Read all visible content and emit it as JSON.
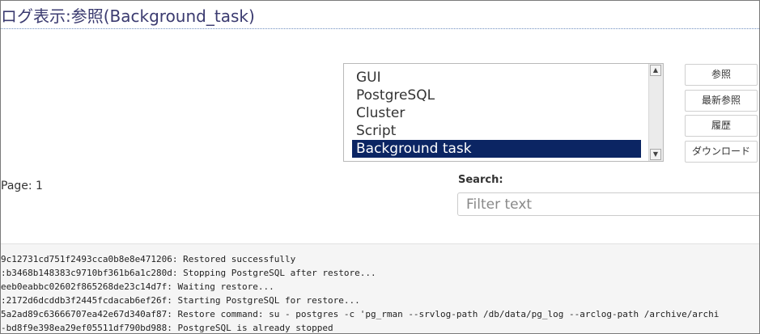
{
  "page": {
    "title": "ログ表示:参照(Background_task)"
  },
  "log_source_list": {
    "items": [
      {
        "label": "GUI",
        "selected": false
      },
      {
        "label": "PostgreSQL",
        "selected": false
      },
      {
        "label": "Cluster",
        "selected": false
      },
      {
        "label": "Script",
        "selected": false
      },
      {
        "label": "Background task",
        "selected": true
      }
    ],
    "scroll_up_glyph": "▲",
    "scroll_down_glyph": "▼"
  },
  "buttons": {
    "view": "参照",
    "latest_view": "最新参照",
    "history": "履歴",
    "download": "ダウンロード"
  },
  "pagination": {
    "label": "Page: 1"
  },
  "search": {
    "label": "Search:",
    "placeholder": "Filter text",
    "value": ""
  },
  "log": {
    "lines": [
      "9c12731cd751f2493cca0b8e8e471206: Restored successfully",
      ":b3468b148383c9710bf361b6a1c280d: Stopping PostgreSQL after restore...",
      "eeb0eabbc02602f865268de23c14d7f: Waiting restore...",
      ":2172d6dcddb3f2445fcdacab6ef26f: Starting PostgreSQL for restore...",
      "5a2ad89c63666707ea42e67d340af87: Restore command: su - postgres -c 'pg_rman --srvlog-path /db/data/pg_log --arclog-path /archive/archi",
      "-bd8f9e398ea29ef05511df790bd988: PostgreSQL is already stopped"
    ]
  },
  "colors": {
    "title_text": "#3b3b70",
    "selected_bg": "#0b2563",
    "log_bg": "#f5f5f5"
  }
}
